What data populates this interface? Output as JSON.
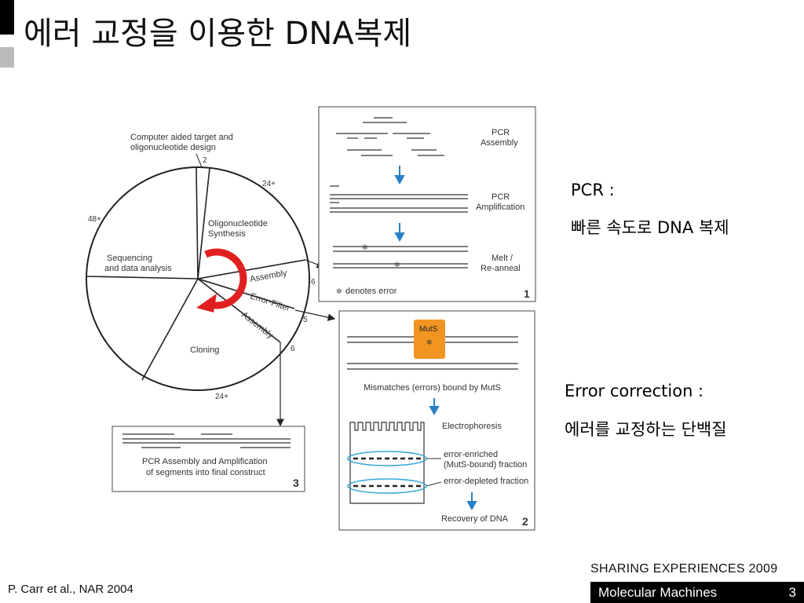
{
  "slide": {
    "title": "에러 교정을 이용한 DNA복제",
    "pcr_heading": "PCR :",
    "pcr_desc": "빠른 속도로 DNA 복제",
    "ec_heading": "Error correction :",
    "ec_desc": "에러를 교정하는 단백질",
    "citation": "P. Carr et al., NAR 2004",
    "footer_tag": "SHARING EXPERIENCES 2009",
    "footer_label": "Molecular Machines",
    "page_number": "3"
  },
  "diagram": {
    "design_label_1": "Computer aided target and",
    "design_label_2": "oligonucleotide design",
    "synthesis_label_1": "Oligonucleotide",
    "synthesis_label_2": "Synthesis",
    "sequencing_label_1": "Sequencing",
    "sequencing_label_2": "and data analysis",
    "cloning_label": "Cloning",
    "assembly_label": "Assembly",
    "error_filter_label": "Error-Filter",
    "assembly2_label": "Assembly",
    "n2": "2",
    "n24a": "24+",
    "n48": "48+",
    "n6a": "6",
    "n5": "5",
    "n6b": "6",
    "n24b": "24+",
    "box1": {
      "pcr_assembly_1": "PCR",
      "pcr_assembly_2": "Assembly",
      "pcr_amp_1": "PCR",
      "pcr_amp_2": "Amplification",
      "melt_1": "Melt /",
      "melt_2": "Re-anneal",
      "legend": "denotes error",
      "number": "1"
    },
    "box2": {
      "muts": "MutS",
      "mismatch": "Mismatches (errors) bound by MutS",
      "electro": "Electrophoresis",
      "enriched_1": "error-enriched",
      "enriched_2": "(MutS-bound) fraction",
      "depleted": "error-depleted fraction",
      "recovery": "Recovery of DNA",
      "number": "2"
    },
    "box3": {
      "line1": "PCR Assembly and Amplification",
      "line2": "of segments into final construct",
      "number": "3"
    }
  },
  "colors": {
    "arrow_blue": "#2a7fc4",
    "muts_orange": "#f29422",
    "red_arc": "#e02020",
    "fraction_ring": "#39a7d8"
  }
}
